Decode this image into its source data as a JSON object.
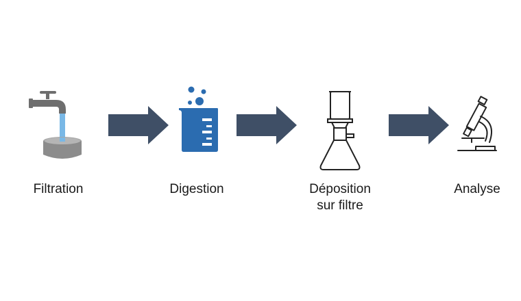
{
  "steps": [
    {
      "label_line1": "Filtration",
      "label_line2": "",
      "icon": "faucet-icon"
    },
    {
      "label_line1": "Digestion",
      "label_line2": "",
      "icon": "beaker-icon"
    },
    {
      "label_line1": "Déposition",
      "label_line2": "sur filtre",
      "icon": "filtration-flask-icon"
    },
    {
      "label_line1": "Analyse",
      "label_line2": "",
      "icon": "microscope-icon"
    }
  ],
  "colors": {
    "arrow": "#3f4f66",
    "beaker": "#2b6cb0",
    "water": "#79b8e6",
    "outline": "#222222",
    "tap": "#6e6e6e",
    "bowl": "#8c8c8c"
  }
}
